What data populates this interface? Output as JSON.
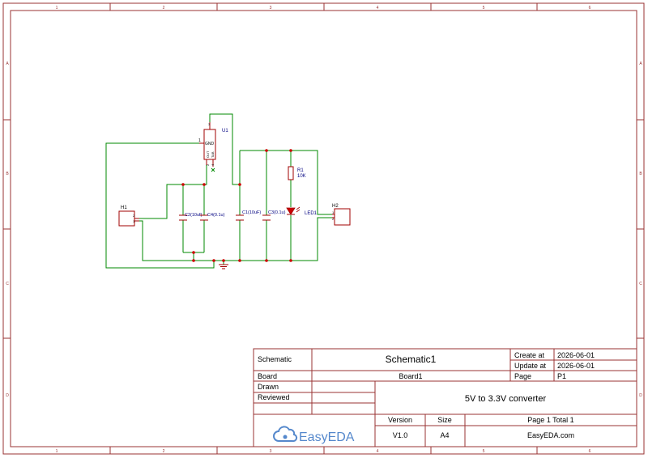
{
  "frame": {
    "columns": [
      "1",
      "2",
      "3",
      "4",
      "5",
      "6"
    ],
    "rows": [
      "A",
      "B",
      "C",
      "D"
    ]
  },
  "schematic": {
    "u1": {
      "ref": "U1",
      "pins": {
        "gnd": "GND",
        "out": "OUT",
        "tab": "TAB",
        "n1": "1",
        "n2": "2",
        "n3": "3",
        "n4": "4"
      }
    },
    "h1": {
      "ref": "H1",
      "pins": [
        "1",
        "2"
      ]
    },
    "h2": {
      "ref": "H2",
      "pins": [
        "1",
        "2"
      ]
    },
    "c1": {
      "ref": "C1(10uF)"
    },
    "c2": {
      "ref": "C2(10uf)"
    },
    "c3": {
      "ref": "C3(0.1u)"
    },
    "c4": {
      "ref": "C4(0.1u)"
    },
    "r1": {
      "ref": "R1",
      "value": "10K"
    },
    "led1": {
      "ref": "LED1"
    }
  },
  "title_block": {
    "schematic_label": "Schematic",
    "schematic_name": "Schematic1",
    "create_label": "Create at",
    "create_date": "2026-06-01",
    "update_label": "Update at",
    "update_date": "2026-06-01",
    "board_label": "Board",
    "board_name": "Board1",
    "page_label": "Page",
    "page_value": "P1",
    "drawn_label": "Drawn",
    "reviewed_label": "Reviewed",
    "description": "5V to 3.3V converter",
    "version_label": "Version",
    "version_value": "V1.0",
    "size_label": "Size",
    "size_value": "A4",
    "page_total": "Page  1  Total  1",
    "logo_text": "EasyEDA",
    "website": "EasyEDA.com"
  },
  "colors": {
    "frame": "#993333",
    "wire": "#008800",
    "junction": "#cc0000",
    "part": "#a00000",
    "text": "#000080",
    "logo": "#5588cc"
  }
}
